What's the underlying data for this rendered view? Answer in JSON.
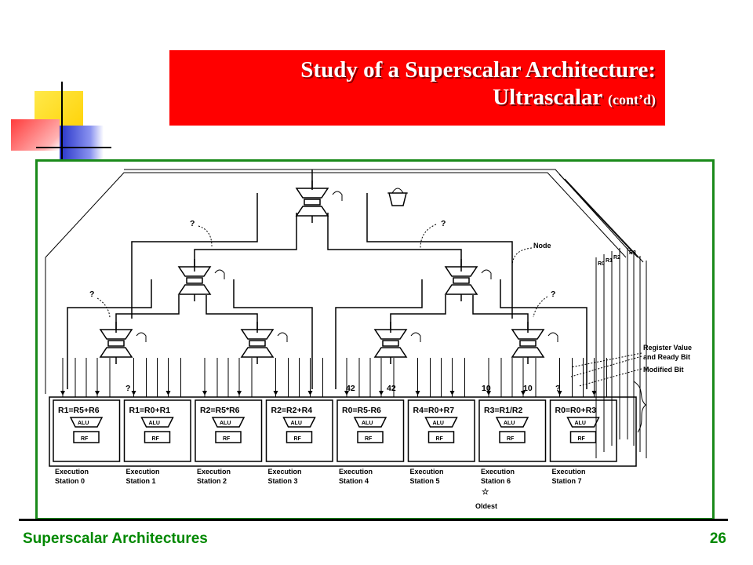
{
  "slide": {
    "title_line1": "Study of a Superscalar Architecture:",
    "title_line2": "Ultrascalar",
    "title_suffix": "(cont’d)",
    "footer_left": "Superscalar Architectures",
    "page_number": "26",
    "colors": {
      "title_bg": "#ff0000",
      "frame": "#1a8a1a",
      "footer_text": "#008800"
    }
  },
  "figure": {
    "stations": [
      {
        "instr": "R1=R5+R6",
        "name_line1": "Execution",
        "name_line2": "Station 0"
      },
      {
        "instr": "R1=R0+R1",
        "name_line1": "Execution",
        "name_line2": "Station 1"
      },
      {
        "instr": "R2=R5*R6",
        "name_line1": "Execution",
        "name_line2": "Station 2"
      },
      {
        "instr": "R2=R2+R4",
        "name_line1": "Execution",
        "name_line2": "Station 3"
      },
      {
        "instr": "R0=R5-R6",
        "name_line1": "Execution",
        "name_line2": "Station 4"
      },
      {
        "instr": "R4=R0+R7",
        "name_line1": "Execution",
        "name_line2": "Station 5"
      },
      {
        "instr": "R3=R1/R2",
        "name_line1": "Execution",
        "name_line2": "Station 6"
      },
      {
        "instr": "R0=R0+R3",
        "name_line1": "Execution",
        "name_line2": "Station 7"
      }
    ],
    "alu_label": "ALU",
    "rf_label": "RF",
    "node_label": "Node",
    "question_mark": "?",
    "register_layers": [
      "R0",
      "R1",
      "R2",
      "R3"
    ],
    "wire_values": [
      "?",
      "42",
      "42",
      "10",
      "10",
      "?"
    ],
    "legend": {
      "line1": "Register Value",
      "line2": "and Ready Bit",
      "line3": "Modified Bit"
    },
    "oldest_label": "Oldest"
  }
}
